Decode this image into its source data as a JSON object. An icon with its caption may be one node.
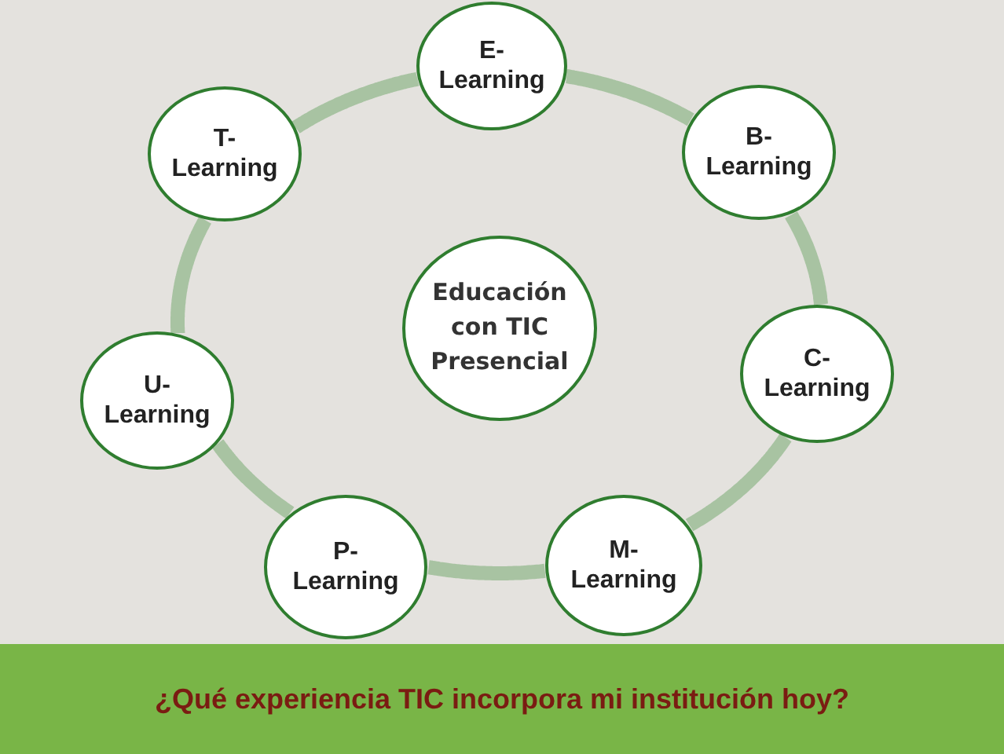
{
  "diagram": {
    "nodes": [
      {
        "text": [
          "E- Learning"
        ]
      },
      {
        "text": [
          "T- Learning"
        ]
      },
      {
        "text": [
          "B- Learning"
        ]
      },
      {
        "text": [
          "Educación con TIC Presencial"
        ]
      },
      {
        "text": [
          "C- Learning"
        ]
      },
      {
        "text": [
          "U- Learning"
        ]
      },
      {
        "text": [
          "P- Learning"
        ]
      },
      {
        "text": [
          "M- Learning"
        ]
      },
      {
        "text": [
          "¿Qué experiencia TIC incorpora mi institución hoy?"
        ]
      }
    ],
    "edges": [
      {
        "from": 0,
        "to": 2,
        "arrow": "none"
      },
      {
        "from": 2,
        "to": 4,
        "arrow": "none"
      },
      {
        "from": 4,
        "to": 7,
        "arrow": "none"
      },
      {
        "from": 7,
        "to": 6,
        "arrow": "none"
      },
      {
        "from": 6,
        "to": 5,
        "arrow": "none"
      },
      {
        "from": 5,
        "to": 1,
        "arrow": "none"
      },
      {
        "from": 1,
        "to": 0,
        "arrow": "none"
      }
    ]
  }
}
